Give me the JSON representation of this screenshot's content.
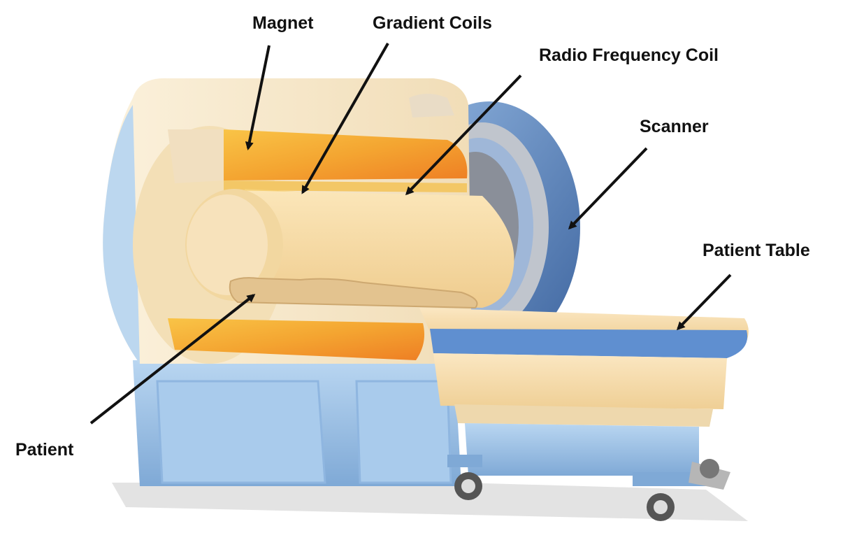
{
  "labels": {
    "magnet": "Magnet",
    "gradient_coils": "Gradient Coils",
    "rf_coil": "Radio Frequency Coil",
    "scanner": "Scanner",
    "patient_table": "Patient Table",
    "patient": "Patient"
  },
  "colors": {
    "shell_cream": "#f7e6c4",
    "bore_cream": "#f5d9a6",
    "magnet_orange": "#f3a32c",
    "scanner_blue": "#5f88bf",
    "base_blue": "#9cc3e8",
    "label_text": "#111111",
    "arrow": "#111111"
  }
}
